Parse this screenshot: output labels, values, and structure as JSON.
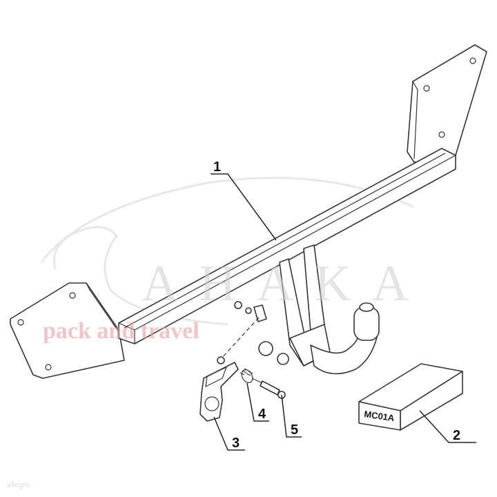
{
  "diagram": {
    "callouts": [
      {
        "number": "1",
        "part": "crossbar"
      },
      {
        "number": "2",
        "part": "electrical-kit-box"
      },
      {
        "number": "3",
        "part": "socket-plate"
      },
      {
        "number": "4",
        "part": "spring"
      },
      {
        "number": "5",
        "part": "bolt"
      }
    ],
    "box_label": "MC01A"
  },
  "watermark": {
    "brand": "AHAKA",
    "tagline": "pack and travel",
    "footer": "allegro"
  }
}
